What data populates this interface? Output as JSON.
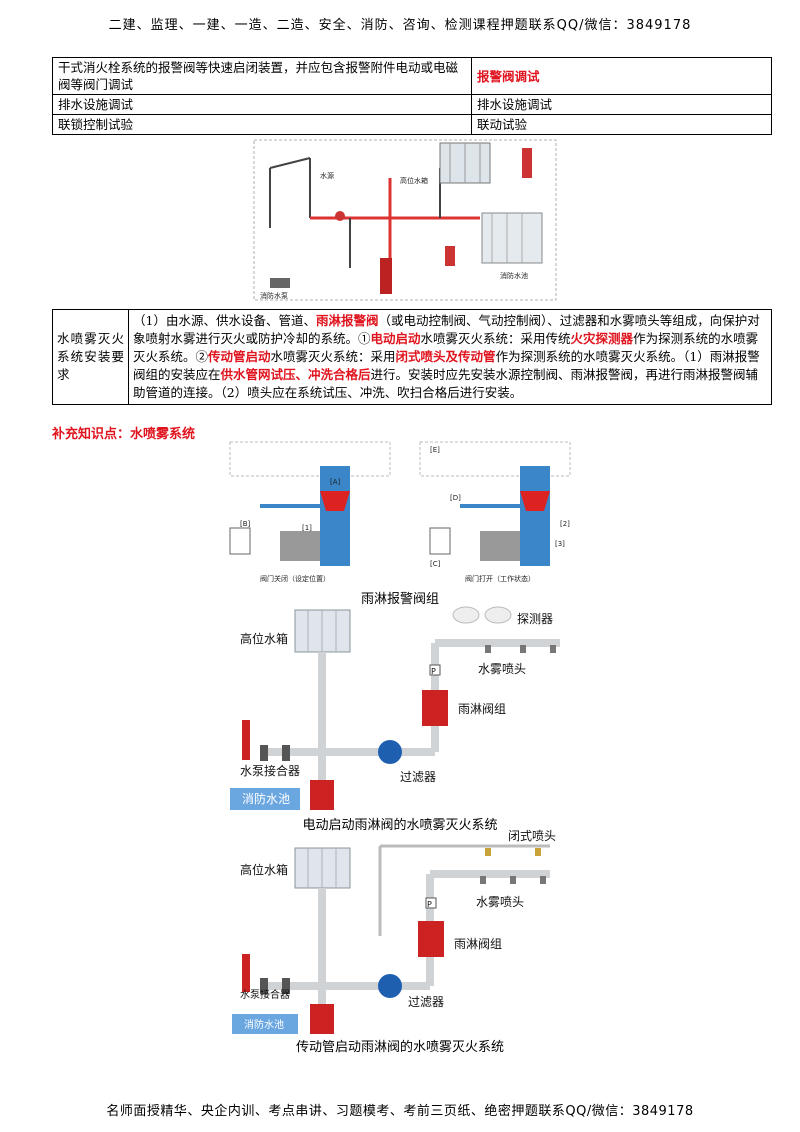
{
  "header": "二建、监理、一建、一造、二造、安全、消防、咨询、检测课程押题联系QQ/微信：3849178",
  "footer": "名师面授精华、央企内训、考点串讲、习题模考、考前三页纸、绝密押题联系QQ/微信：3849178",
  "table1": {
    "rows": [
      {
        "left": "干式消火栓系统的报警阀等快速启闭装置，并应包含报警附件电动或电磁阀等阀门调试",
        "right": "报警阀调试"
      },
      {
        "left": "排水设施调试",
        "right": "排水设施调试"
      },
      {
        "left": "联锁控制试验",
        "right": "联动试验"
      }
    ]
  },
  "table2": {
    "label": "水喷雾灭火系统安装要求",
    "t1": "（1）由水源、供水设备、管道、",
    "t2": "雨淋报警阀",
    "t3": "（或电动控制阀、气动控制阀）、过滤器和水雾喷头等组成，向保护对象喷射水雾进行灭火或防护冷却的系统。①",
    "t4": "电动启动",
    "t5": "水喷雾灭火系统：采用传统",
    "t6": "火灾探测器",
    "t7": "作为探测系统的水喷雾灭火系统。②",
    "t8": "传动管启动",
    "t9": "水喷雾灭火系统：采用",
    "t10": "闭式喷头及传动管",
    "t11": "作为探测系统的水喷雾灭火系统。（1）雨淋报警阀组的安装应在",
    "t12": "供水管网试压、冲洗合格后",
    "t13": "进行。安装时应先安装水源控制阀、雨淋报警阀，再进行雨淋报警阀辅助管道的连接。（2）喷头应在系统试压、冲洗、吹扫合格后进行安装。"
  },
  "supplement": "补充知识点：水喷雾系统",
  "fig2": {
    "left_caption": "阀门关闭（设定位置）",
    "right_caption": "阀门打开（工作状态）",
    "markers": [
      "[A]",
      "[B]",
      "[C]",
      "[D]",
      "[E]",
      "[1]",
      "[2]",
      "[3]"
    ],
    "caption": "雨淋报警阀组"
  },
  "fig3": {
    "labels": {
      "tank": "高位水箱",
      "detector": "探测器",
      "nozzle": "水雾喷头",
      "valve": "雨淋阀组",
      "pump_conn": "水泵接合器",
      "filter": "过滤器",
      "pool": "消防水池",
      "p": "P"
    },
    "caption": "电动启动雨淋阀的水喷雾灭火系统"
  },
  "fig4": {
    "labels": {
      "tank": "高位水箱",
      "closed": "闭式喷头",
      "nozzle": "水雾喷头",
      "valve": "雨淋阀组",
      "pump_conn": "水泵接合器",
      "filter": "过滤器",
      "pool": "消防水池",
      "p": "P"
    },
    "caption": "传动管启动雨淋阀的水喷雾灭火系统"
  },
  "colors": {
    "accent_red": "#e0141e",
    "pipe": "#cfd3d6",
    "pool": "#6aa6e0",
    "pump": "#cc2222",
    "filter": "#1f5fb0"
  }
}
